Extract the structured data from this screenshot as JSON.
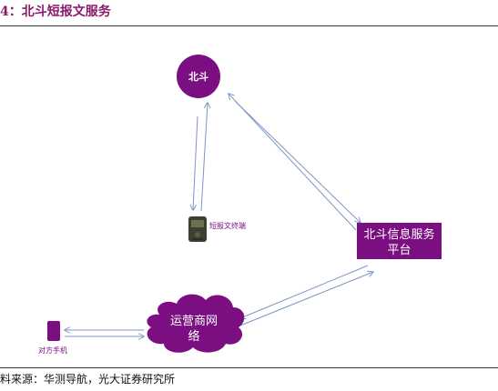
{
  "header": {
    "title": "4：北斗短报文服务"
  },
  "diagram": {
    "beidou_label": "北斗",
    "terminal_label": "短报文终端",
    "service_platform_label_line1": "北斗信息服务",
    "service_platform_label_line2": "平台",
    "carrier_network_label_line1": "运营商网",
    "carrier_network_label_line2": "络",
    "phone_label": "对方手机",
    "colors": {
      "node_fill": "#7B0F82",
      "arrow_stroke": "#7C94C8",
      "title_color": "#8B1A6B"
    }
  },
  "footer": {
    "source": "料来源：华测导航，光大证券研究所"
  }
}
